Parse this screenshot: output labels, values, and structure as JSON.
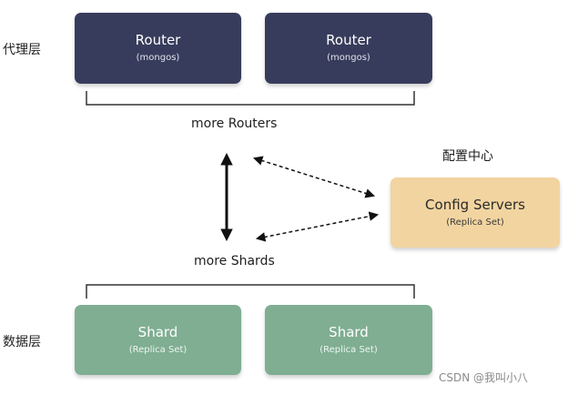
{
  "layers": {
    "proxy_layer_label": "代理层",
    "data_layer_label": "数据层"
  },
  "routers": [
    {
      "title": "Router",
      "subtitle": "(mongos)"
    },
    {
      "title": "Router",
      "subtitle": "(mongos)"
    }
  ],
  "more_routers_label": "more Routers",
  "more_shards_label": "more Shards",
  "config": {
    "header_label": "配置中心",
    "title": "Config Servers",
    "subtitle": "(Replica Set)"
  },
  "shards": [
    {
      "title": "Shard",
      "subtitle": "(Replica Set)"
    },
    {
      "title": "Shard",
      "subtitle": "(Replica Set)"
    }
  ],
  "watermark": "CSDN @我叫小八",
  "colors": {
    "router": "#383c5c",
    "shard": "#7fae92",
    "config": "#f2d4a0"
  }
}
